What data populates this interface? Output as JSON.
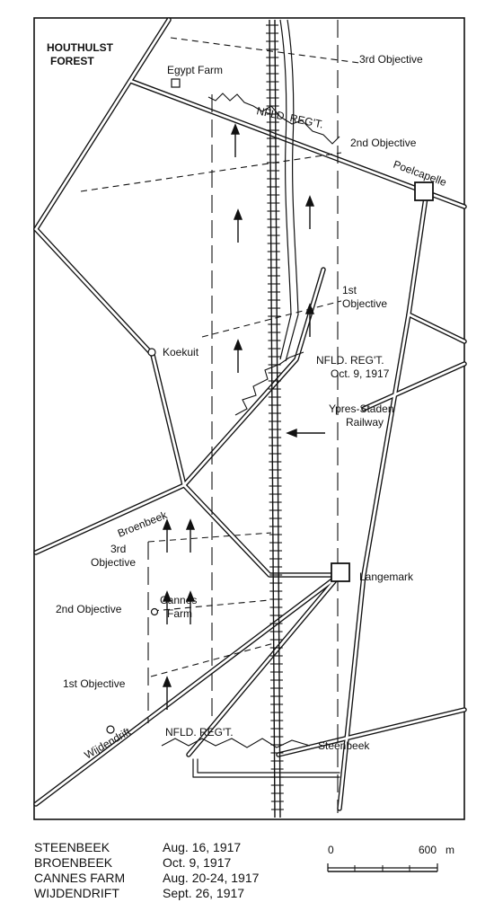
{
  "map": {
    "forest_label": [
      "HOUTHULST",
      "FOREST"
    ],
    "places": {
      "egypt_farm": "Egypt Farm",
      "poelcapelle": "Poelcapelle",
      "koekuit": "Koekuit",
      "broenbeek": "Broenbeek",
      "langemark": "Langemark",
      "cannes_farm": [
        "Cannes",
        "Farm"
      ],
      "wijdendrift": "Wijdendrift",
      "steenbeek": "Steenbeek",
      "railway": [
        "Ypres-Staden",
        "Railway"
      ]
    },
    "north_objectives": {
      "third": "3rd Objective",
      "second": "2nd Objective",
      "first": [
        "1st",
        "Objective"
      ]
    },
    "south_objectives": {
      "third": [
        "3rd",
        "Objective"
      ],
      "second": "2nd Objective",
      "first": "1st Objective"
    },
    "regiment_labels": {
      "north": "NFLD. REG'T.",
      "middle": [
        "NFLD. REG'T.",
        "Oct. 9, 1917"
      ],
      "south": "NFLD. REG'T."
    }
  },
  "legend": [
    {
      "place": "STEENBEEK",
      "date": "Aug. 16, 1917"
    },
    {
      "place": "BROENBEEK",
      "date": "Oct. 9, 1917"
    },
    {
      "place": "CANNES FARM",
      "date": "Aug. 20-24, 1917"
    },
    {
      "place": "WIJDENDRIFT",
      "date": "Sept. 26, 1917"
    }
  ],
  "scale_bar": {
    "start": "0",
    "end": "600",
    "unit": "m"
  }
}
